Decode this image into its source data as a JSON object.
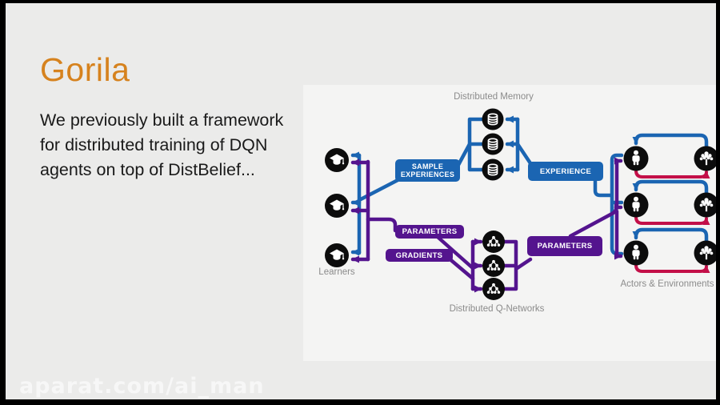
{
  "slide": {
    "title": "Gorila",
    "body_lines": [
      "We previously built a framework",
      "for distributed training of DQN",
      "agents on top of DistBelief..."
    ],
    "watermark": "aparat.com/ai_man"
  },
  "diagram": {
    "captions": {
      "distributed_memory": "Distributed Memory",
      "learners": "Learners",
      "distributed_q_networks": "Distributed Q-Networks",
      "actors_environments": "Actors & Environments"
    },
    "flow_labels": {
      "sample_experiences": "SAMPLE EXPERIENCES",
      "experience": "EXPERIENCE",
      "parameters_left": "PARAMETERS",
      "gradients": "GRADIENTS",
      "parameters_right": "PARAMETERS"
    },
    "node_groups": [
      {
        "name": "Learners",
        "icon": "graduation-cap-icon",
        "count": 3
      },
      {
        "name": "Distributed Memory",
        "icon": "database-icon",
        "count": 3
      },
      {
        "name": "Distributed Q-Networks",
        "icon": "network-tree-icon",
        "count": 3
      },
      {
        "name": "Actors",
        "icon": "person-icon",
        "count": 3
      },
      {
        "name": "Environments",
        "icon": "tree-icon",
        "count": 3
      }
    ],
    "colors": {
      "experience_blue": "#1b65b2",
      "parameter_purple": "#54148e",
      "action_red": "#c30f48",
      "node_black": "#0c0c0c",
      "caption_gray": "#8b8b8b"
    }
  },
  "theme": {
    "title_orange": "#d6821e",
    "slide_bg": "#ebebea",
    "panel_bg": "#f4f4f3",
    "text_dark": "#1a1a1a"
  }
}
